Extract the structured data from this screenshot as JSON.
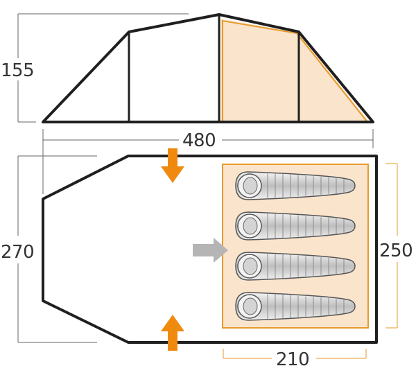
{
  "dimensions": {
    "height": "155",
    "length": "480",
    "width": "270",
    "inner_width": "250",
    "inner_length": "210"
  },
  "colors": {
    "outline": "#1f1f1f",
    "dimension_line": "#666666",
    "inner_tent_fill": "#fbe4cc",
    "inner_tent_line": "#e79a2a",
    "door_arrow": "#f08a0f",
    "vent_arrow": "#b5b5b5",
    "sleeping_bag": "#d9d9d9"
  },
  "icons": {
    "door_arrow_top": "arrow-down-icon",
    "door_arrow_bottom": "arrow-up-icon",
    "inner_entry_arrow": "arrow-right-icon",
    "sleeping_bag": "sleeping-bag-icon"
  },
  "sleeping_bag_count": 4
}
